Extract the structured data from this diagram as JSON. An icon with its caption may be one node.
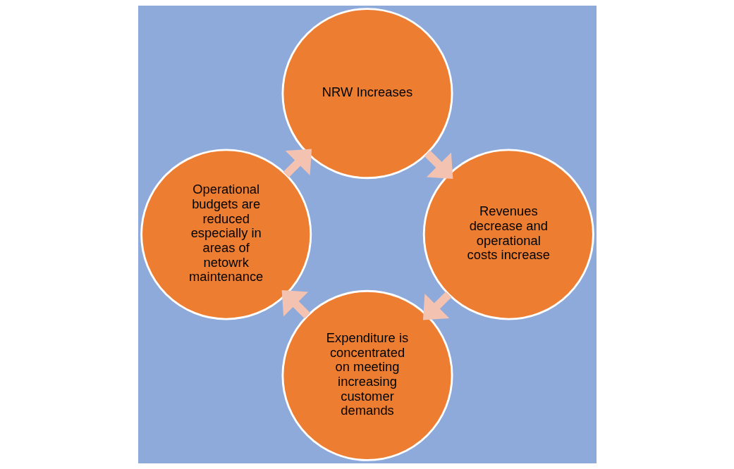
{
  "diagram": {
    "nodes": [
      {
        "text": [
          "Expenditure is concentrated on meeting increasing customer demands"
        ]
      },
      {
        "text": [
          "Operational budgets are reduced especially in areas of netowrk maintenance"
        ]
      },
      {
        "text": [
          "NRW Increases"
        ]
      },
      {
        "text": [
          "Revenues decrease and operational costs increase"
        ]
      }
    ],
    "edges": [
      {
        "from": 0,
        "to": 1,
        "arrow": "to"
      },
      {
        "from": 1,
        "to": 2,
        "arrow": "to"
      },
      {
        "from": 2,
        "to": 3,
        "arrow": "to"
      },
      {
        "from": 3,
        "to": 0,
        "arrow": "to"
      }
    ]
  }
}
